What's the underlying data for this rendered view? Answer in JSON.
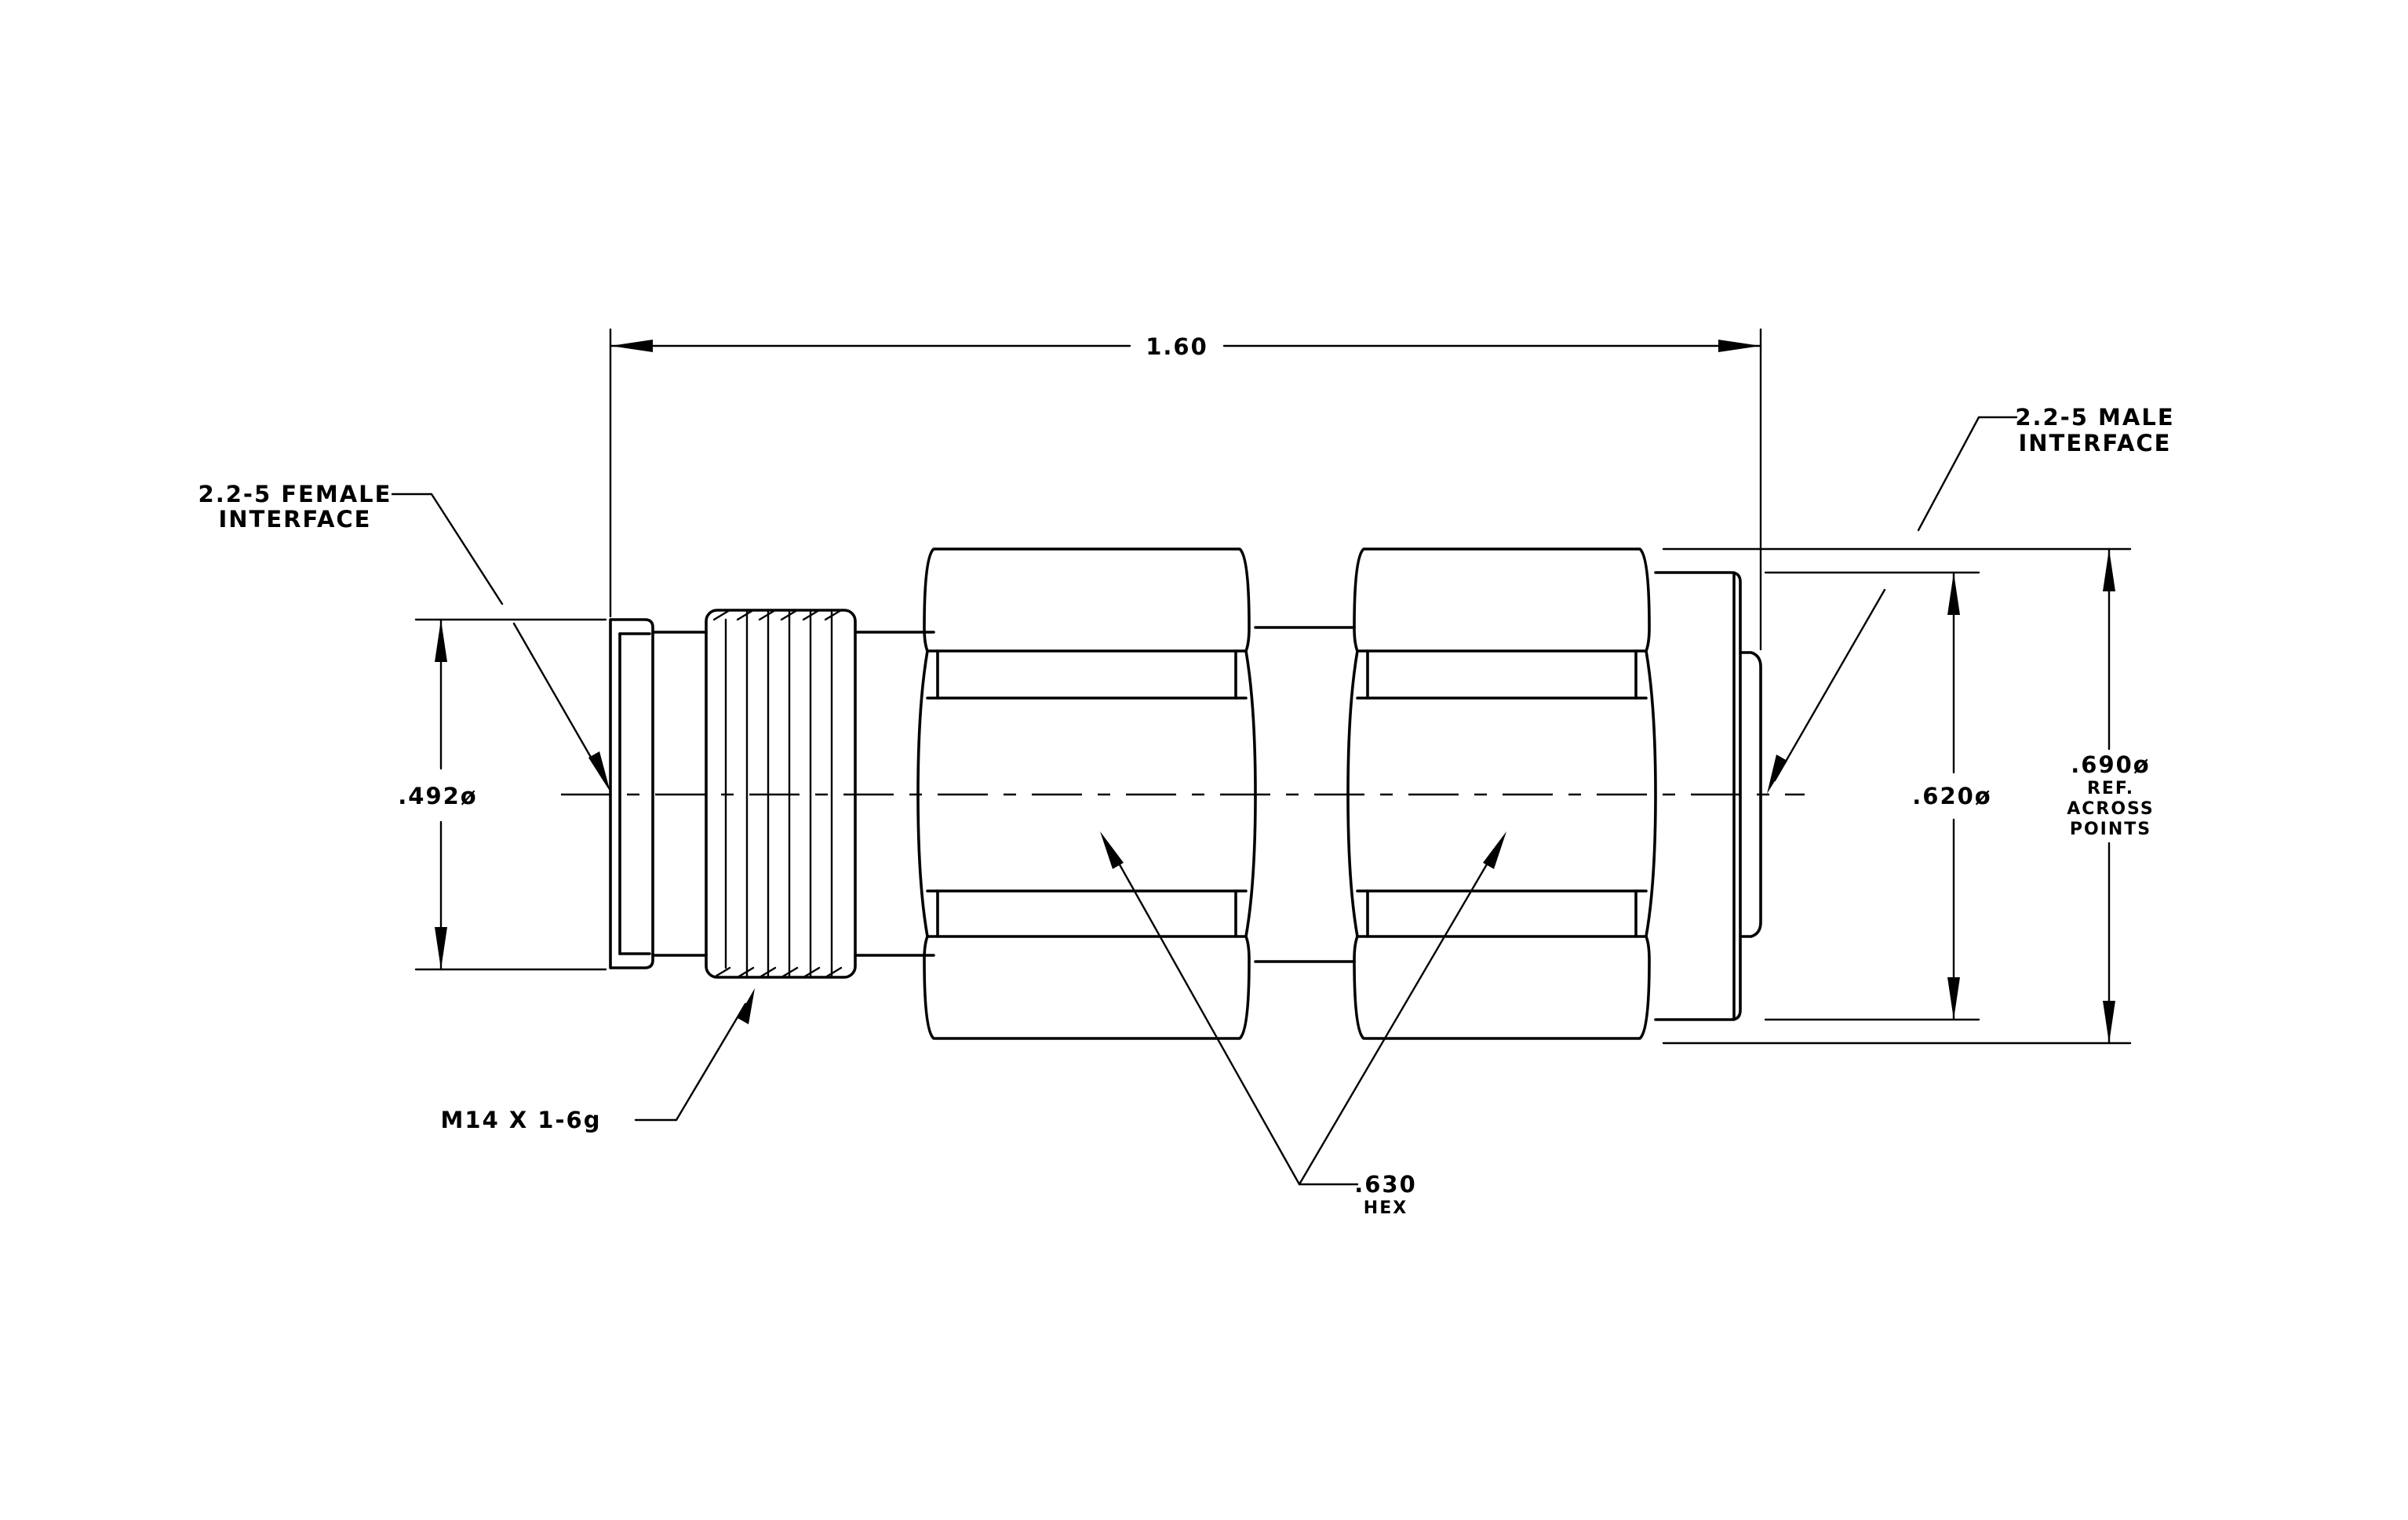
{
  "labels": {
    "overall_length": "1.60",
    "female_interface_line1": "2.2-5 FEMALE",
    "female_interface_line2": "INTERFACE",
    "male_interface_line1": "2.2-5 MALE",
    "male_interface_line2": "INTERFACE",
    "left_diameter": ".492ø",
    "right_diameter": ".620ø",
    "across_points_value": ".690ø",
    "across_points_line1": "REF.",
    "across_points_line2": "ACROSS",
    "across_points_line3": "POINTS",
    "thread_spec": "M14 X 1-6g",
    "hex_size": ".630",
    "hex_label": "HEX"
  }
}
